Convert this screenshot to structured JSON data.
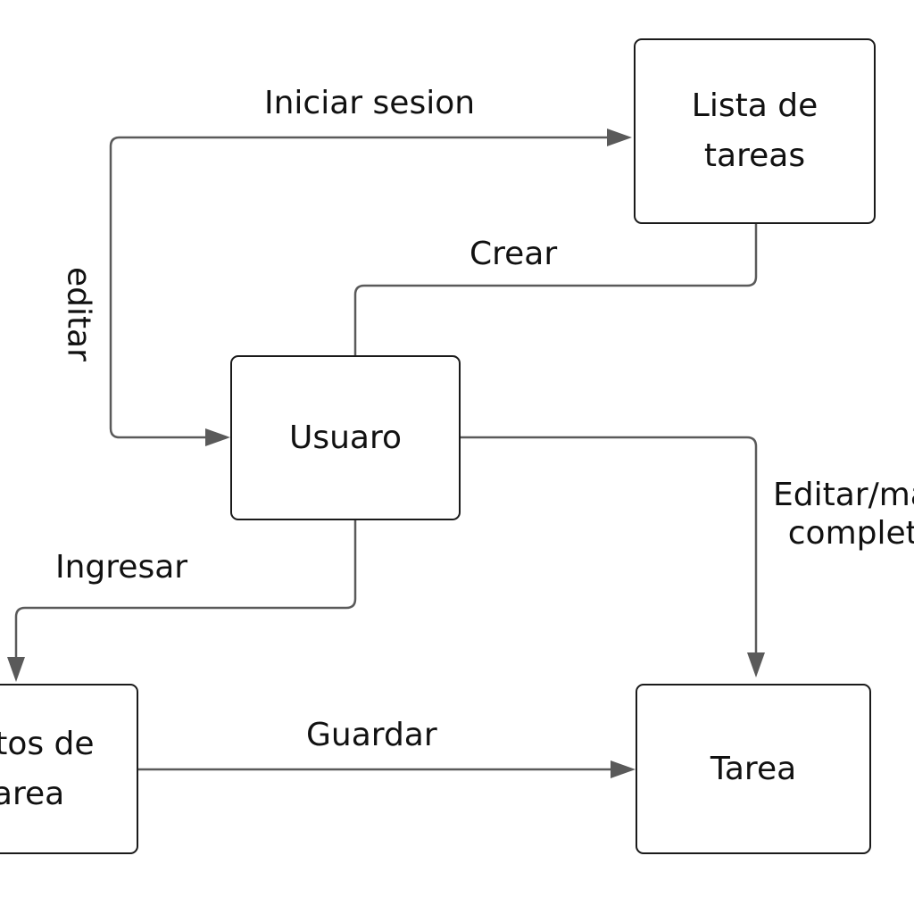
{
  "nodes": {
    "lista": "Lista de\ntareas",
    "usuario": "Usuaro",
    "datos": "Datos de\ntarea",
    "tarea": "Tarea"
  },
  "edges": {
    "iniciar_sesion": "Iniciar sesion",
    "editar": "editar",
    "crear": "Crear",
    "ingresar": "Ingresar",
    "guardar": "Guardar",
    "editar_marcar": "Editar/marcar\ncompletada"
  },
  "colors": {
    "edge": "#5a5a5a",
    "border": "#1a1a1a",
    "text": "#111111"
  }
}
